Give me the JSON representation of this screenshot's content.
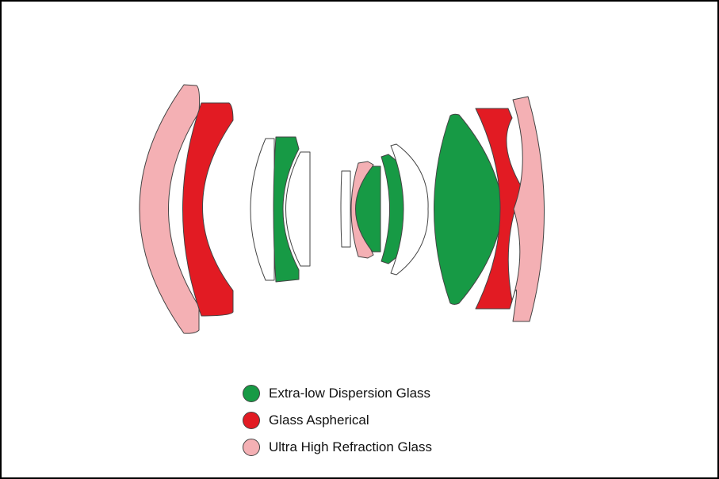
{
  "colors": {
    "extra_low_dispersion": "#179a45",
    "aspherical": "#e21b23",
    "ultra_high_refraction": "#f4b0b4",
    "plain_glass": "#ffffff",
    "outline": "#444444"
  },
  "legend": {
    "items": [
      {
        "label": "Extra-low Dispersion Glass",
        "color_key": "extra_low_dispersion"
      },
      {
        "label": "Glass Aspherical",
        "color_key": "aspherical"
      },
      {
        "label": "Ultra High Refraction Glass",
        "color_key": "ultra_high_refraction"
      }
    ]
  },
  "lens_elements": [
    {
      "position": 1,
      "glass": "ultra_high_refraction"
    },
    {
      "position": 2,
      "glass": "aspherical"
    },
    {
      "position": 3,
      "glass": "plain_glass"
    },
    {
      "position": 4,
      "glass": "extra_low_dispersion"
    },
    {
      "position": 5,
      "glass": "plain_glass"
    },
    {
      "position": 6,
      "glass": "plain_glass"
    },
    {
      "position": 7,
      "glass": "ultra_high_refraction"
    },
    {
      "position": 8,
      "glass": "extra_low_dispersion"
    },
    {
      "position": 9,
      "glass": "extra_low_dispersion"
    },
    {
      "position": 10,
      "glass": "plain_glass"
    },
    {
      "position": 11,
      "glass": "extra_low_dispersion"
    },
    {
      "position": 12,
      "glass": "aspherical"
    },
    {
      "position": 13,
      "glass": "ultra_high_refraction"
    }
  ]
}
